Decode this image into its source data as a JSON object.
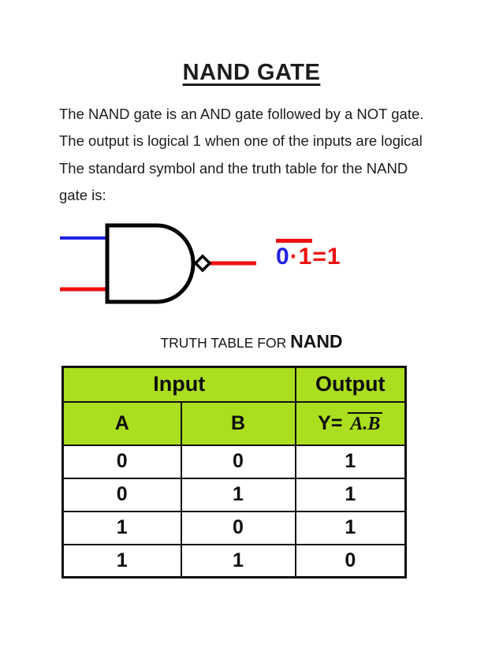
{
  "document": {
    "title": "NAND GATE",
    "para1_line1": "The NAND gate is an AND gate followed by a NOT gate.",
    "para1_line2": "The output is logical 1 when one of the inputs are logical",
    "para2_line1": "The standard symbol and the truth table for the NAND",
    "para2_line2": "gate is:"
  },
  "gate_diagram": {
    "expression": {
      "overlined_zero": "0",
      "overlined_rest": "·1",
      "suffix": "=1"
    },
    "colors": {
      "input_top_line": "#2222e6",
      "input_bottom_line": "#ee1111",
      "output_line": "#ee1111",
      "gate_outline": "#000000",
      "expression_zero": "#2222e6",
      "expression_rest": "#ee1111"
    }
  },
  "truth_table": {
    "heading_prefix": "TRUTH TABLE FOR ",
    "heading_emphasis": "NAND",
    "columns": {
      "group_input": "Input",
      "group_output": "Output",
      "a": "A",
      "b": "B",
      "y_prefix": "Y= ",
      "y_expression": "A.B"
    },
    "rows": [
      [
        "0",
        "0",
        "1"
      ],
      [
        "0",
        "1",
        "1"
      ],
      [
        "1",
        "0",
        "1"
      ],
      [
        "1",
        "1",
        "0"
      ]
    ],
    "colors": {
      "header_bg": "#abde1e",
      "border": "#111111"
    }
  }
}
